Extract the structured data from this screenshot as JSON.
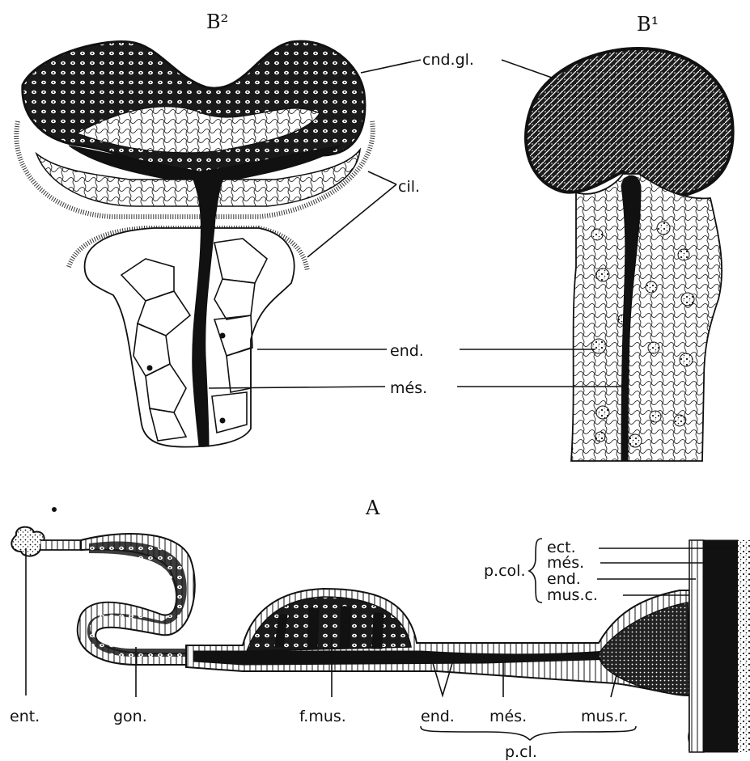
{
  "panels": {
    "b2_title": "B²",
    "b1_title": "B¹",
    "a_title": "A"
  },
  "labels": {
    "cnd_gl": "cnd.gl.",
    "cil": "cil.",
    "end": "end.",
    "mes": "més.",
    "ect": "ect.",
    "mes_col": "més.",
    "end_col": "end.",
    "mus_c": "mus.c.",
    "p_col": "p.col.",
    "ent": "ent.",
    "gon": "gon.",
    "f_mus": "f.mus.",
    "end_a": "end.",
    "mes_a": "més.",
    "mus_r": "mus.r.",
    "p_cl": "p.cl."
  }
}
